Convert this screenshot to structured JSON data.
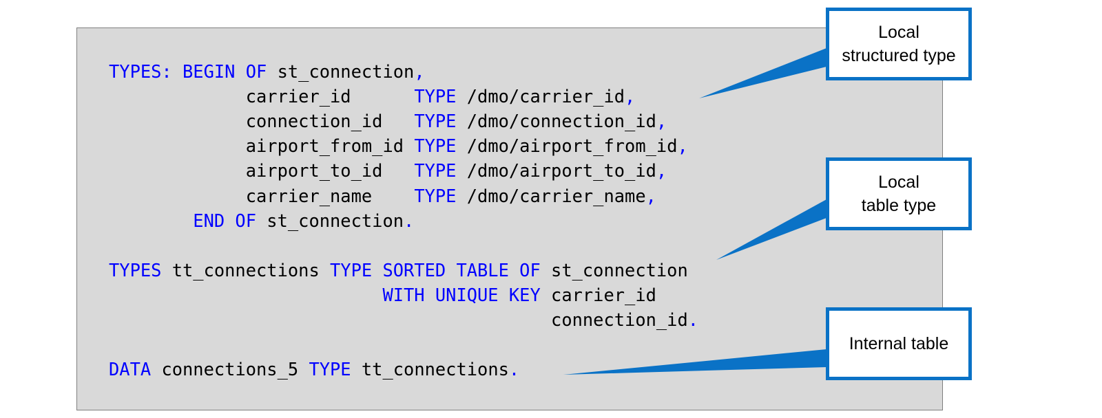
{
  "code": {
    "lines": [
      [
        {
          "t": "TYPES: BEGIN OF ",
          "kw": true
        },
        {
          "t": "st_connection",
          "kw": false
        },
        {
          "t": ",",
          "kw": true
        }
      ],
      [
        {
          "t": "             carrier_id      ",
          "kw": false
        },
        {
          "t": "TYPE ",
          "kw": true
        },
        {
          "t": "/dmo/carrier_id",
          "kw": false
        },
        {
          "t": ",",
          "kw": true
        }
      ],
      [
        {
          "t": "             connection_id   ",
          "kw": false
        },
        {
          "t": "TYPE ",
          "kw": true
        },
        {
          "t": "/dmo/connection_id",
          "kw": false
        },
        {
          "t": ",",
          "kw": true
        }
      ],
      [
        {
          "t": "             airport_from_id ",
          "kw": false
        },
        {
          "t": "TYPE ",
          "kw": true
        },
        {
          "t": "/dmo/airport_from_id",
          "kw": false
        },
        {
          "t": ",",
          "kw": true
        }
      ],
      [
        {
          "t": "             airport_to_id   ",
          "kw": false
        },
        {
          "t": "TYPE ",
          "kw": true
        },
        {
          "t": "/dmo/airport_to_id",
          "kw": false
        },
        {
          "t": ",",
          "kw": true
        }
      ],
      [
        {
          "t": "             carrier_name    ",
          "kw": false
        },
        {
          "t": "TYPE ",
          "kw": true
        },
        {
          "t": "/dmo/carrier_name",
          "kw": false
        },
        {
          "t": ",",
          "kw": true
        }
      ],
      [
        {
          "t": "        END OF ",
          "kw": true
        },
        {
          "t": "st_connection",
          "kw": false
        },
        {
          "t": ".",
          "kw": true
        }
      ],
      [],
      [
        {
          "t": "TYPES ",
          "kw": true
        },
        {
          "t": "tt_connections ",
          "kw": false
        },
        {
          "t": "TYPE SORTED TABLE OF ",
          "kw": true
        },
        {
          "t": "st_connection",
          "kw": false
        }
      ],
      [
        {
          "t": "                          WITH UNIQUE KEY ",
          "kw": true
        },
        {
          "t": "carrier_id",
          "kw": false
        }
      ],
      [
        {
          "t": "                                          connection_id",
          "kw": false
        },
        {
          "t": ".",
          "kw": true
        }
      ],
      [],
      [
        {
          "t": "DATA ",
          "kw": true
        },
        {
          "t": "connections_5 ",
          "kw": false
        },
        {
          "t": "TYPE ",
          "kw": true
        },
        {
          "t": "tt_connections",
          "kw": false
        },
        {
          "t": ".",
          "kw": true
        }
      ]
    ]
  },
  "callouts": [
    {
      "id": "local-structured-type",
      "text": "Local\nstructured type"
    },
    {
      "id": "local-table-type",
      "text": "Local\ntable type"
    },
    {
      "id": "internal-table",
      "text": "Internal table"
    }
  ],
  "colors": {
    "keyword": "#0000ff",
    "text": "#000000",
    "panel_background": "#d9d9d9",
    "callout_border": "#0a72c6"
  }
}
